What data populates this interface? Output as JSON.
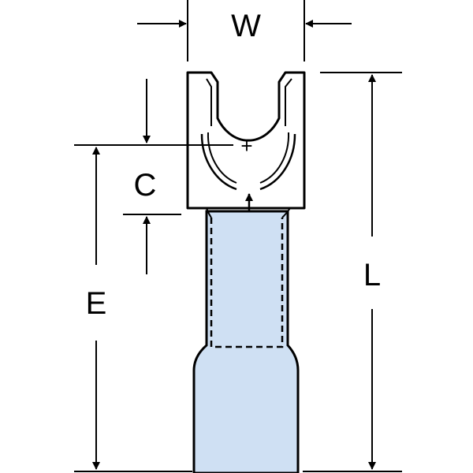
{
  "diagram": {
    "labels": {
      "width": "W",
      "length": "L",
      "stud_offset": "C",
      "end_length": "E",
      "center_mark": "+"
    },
    "colors": {
      "line": "#000000",
      "insulation_fill": "#cfe0f3",
      "background": "#ffffff"
    }
  }
}
